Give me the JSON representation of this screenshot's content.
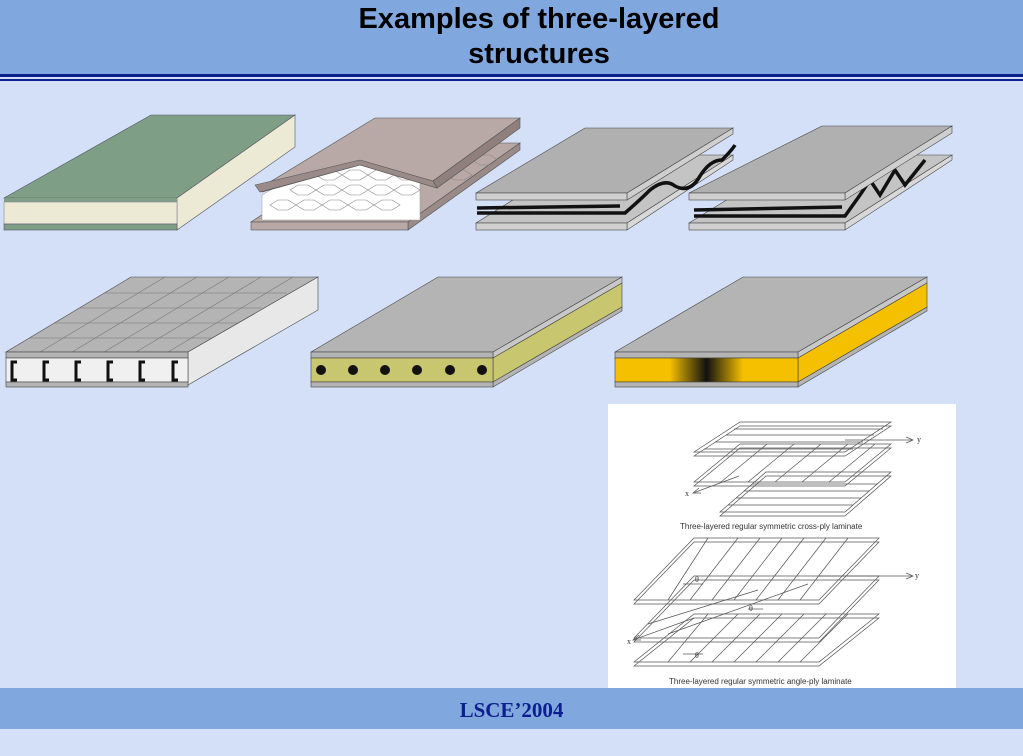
{
  "slide": {
    "title_line1": "Examples of three-layered",
    "title_line2": "structures",
    "footer": "LSCE’2004"
  },
  "figures": {
    "cross_ply_caption": "Three-layered regular symmetric cross-ply laminate",
    "angle_ply_caption": "Three-layered regular symmetric angle-ply laminate",
    "axis_x": "x",
    "axis_y": "y",
    "angle_symbol": "θ"
  },
  "colors": {
    "header_band": "#80a8df",
    "background": "#d4e0f8",
    "rule": "#0d1f8f",
    "footer_text": "#0d1f8f"
  }
}
